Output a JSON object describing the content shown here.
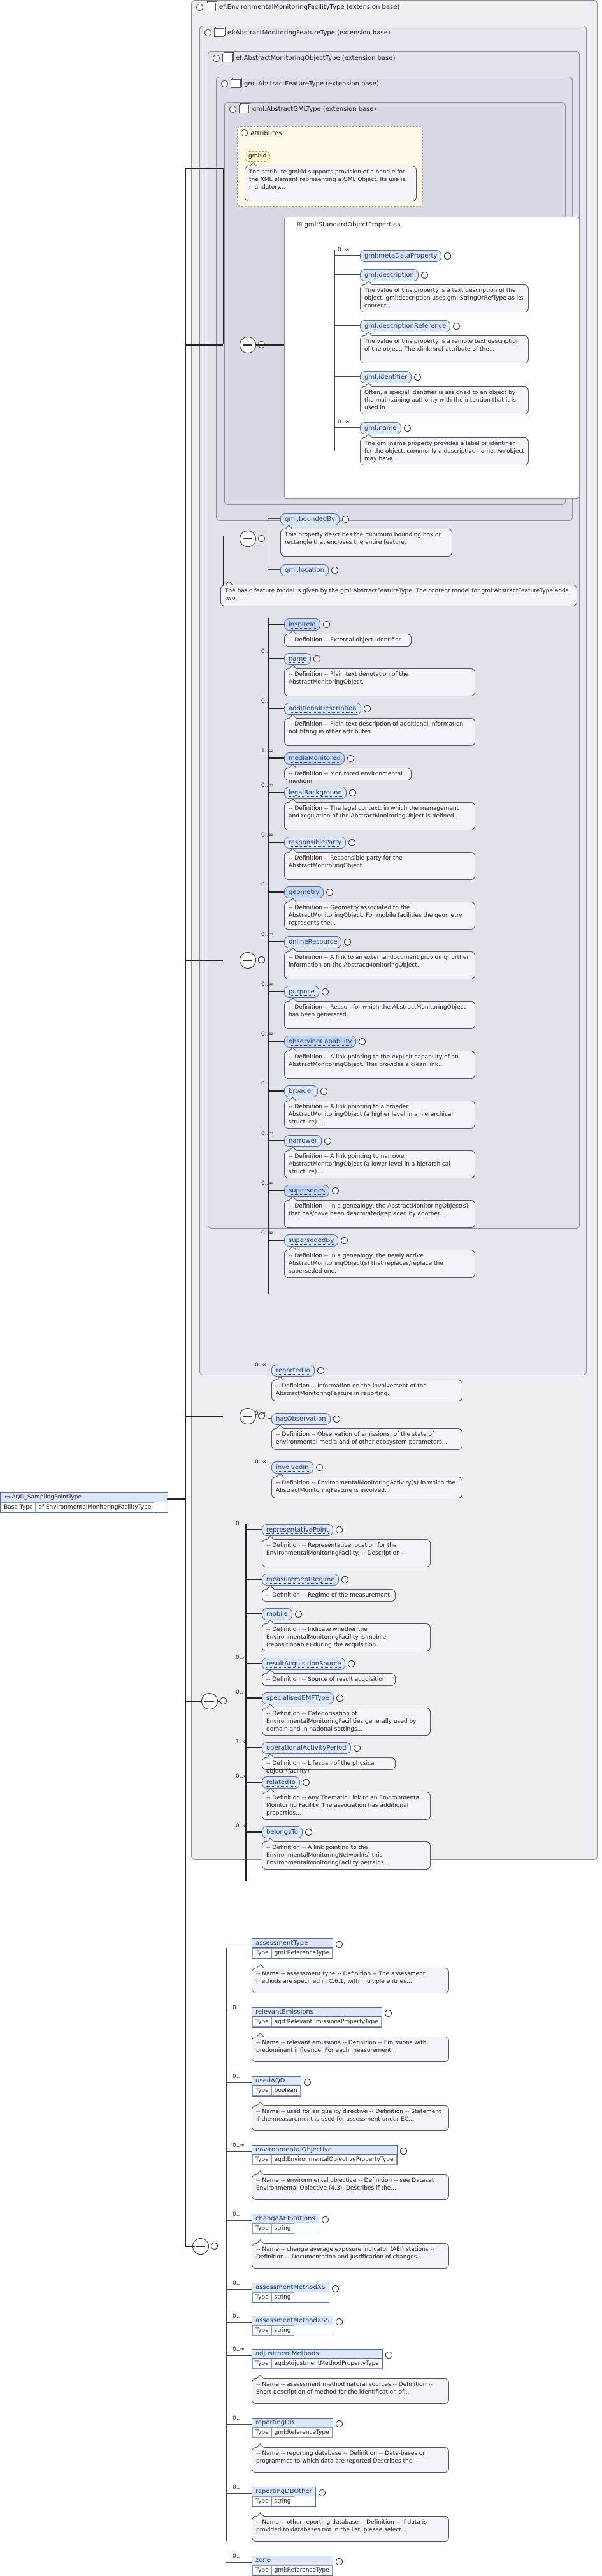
{
  "colors": {
    "element_fill": "#dfe7f5",
    "element_border": "#4a6fb5",
    "extension_bg": "#e7e7ef",
    "doc_bg": "#f4f3fa"
  },
  "main": {
    "name": "AQD_SamplingPointType",
    "base_label": "Base Type",
    "base_value": "ef:EnvironmentalMonitoringFacilityType"
  },
  "extensions": {
    "e0": "ef:EnvironmentalMonitoringFacilityType (extension base)",
    "e1": "ef:AbstractMonitoringFeatureType (extension base)",
    "e2": "ef:AbstractMonitoringObjectType (extension base)",
    "e3": "gml:AbstractFeatureType (extension base)",
    "e4": "gml:AbstractGMLType (extension base)"
  },
  "attributes": {
    "header": "Attributes",
    "gml_id": "gml:id",
    "doc": "The attribute gml:id supports provision of a handle for the XML element representing a GML Object. Its use is mandatory..."
  },
  "sop": {
    "label": "gml:StandardObjectProperties"
  },
  "gml_items": [
    {
      "name": "gml:metaDataProperty",
      "mult": "0..∞",
      "doc": ""
    },
    {
      "name": "gml:description",
      "mult": "",
      "doc": "The value of this property is a text description of the object. gml:description uses gml:StringOrRefType as its content..."
    },
    {
      "name": "gml:descriptionReference",
      "mult": "",
      "doc": "The value of this property is a remote text description of the object. The xlink:href attribute of the..."
    },
    {
      "name": "gml:identifier",
      "mult": "",
      "doc": "Often, a special identifier is assigned to an object by the maintaining authority with the intention that it is used in..."
    },
    {
      "name": "gml:name",
      "mult": "0..∞",
      "doc": "The gml:name property provides a label or identifier for the object, commonly a descriptive name. An object may have..."
    }
  ],
  "feature_items": [
    {
      "name": "gml:boundedBy",
      "doc": "This property describes the minimum bounding box or rectangle that encloses the entire feature."
    },
    {
      "name": "gml:location",
      "doc": ""
    }
  ],
  "feature_doc": "The basic feature model is given by the gml:AbstractFeatureType. The content model for gml:AbstractFeatureType adds two...",
  "mo_items": [
    {
      "name": "inspireId",
      "mult": "",
      "doc": "-- Definition -- External object identifier"
    },
    {
      "name": "name",
      "mult": "0..",
      "doc": "-- Definition -- Plain text denotation of the AbstractMonitoringObject."
    },
    {
      "name": "additionalDescription",
      "mult": "0..",
      "doc": "-- Definition -- Plain text description of additional information not fitting in other attributes."
    },
    {
      "name": "mediaMonitored",
      "mult": "1..∞",
      "doc": "-- Definition -- Monitored environmental medium"
    },
    {
      "name": "legalBackground",
      "mult": "0..∞",
      "doc": "-- Definition -- The legal context, in which the management and regulation of the AbstractMonitoringObject is defined."
    },
    {
      "name": "responsibleParty",
      "mult": "0..∞",
      "doc": "-- Definition -- Responsible party for the AbstractMonitoringObject."
    },
    {
      "name": "geometry",
      "mult": "0..",
      "doc": "-- Definition -- Geometry associated to the AbstractMonitoringObject. For mobile facilities the geometry represents the..."
    },
    {
      "name": "onlineResource",
      "mult": "0..∞",
      "doc": "-- Definition -- A link to an external document providing further information on the AbstractMonitoringObject."
    },
    {
      "name": "purpose",
      "mult": "0..∞",
      "doc": "-- Definition -- Reason for which the AbstractMonitoringObject has been generated."
    },
    {
      "name": "observingCapability",
      "mult": "0..∞",
      "doc": "-- Definition -- A link pointing to the explicit capability of an AbstractMonitoringObject. This provides a clean link..."
    },
    {
      "name": "broader",
      "mult": "0..",
      "doc": "-- Definition -- A link pointing to a broader AbstractMonitoringObject (a higher level in a hierarchical structure)..."
    },
    {
      "name": "narrower",
      "mult": "0..∞",
      "doc": "-- Definition -- A link pointing to narrower AbstractMonitoringObject (a lower level in a hierarchical structure)..."
    },
    {
      "name": "supersedes",
      "mult": "0..∞",
      "doc": "-- Definition -- In a genealogy, the AbstractMonitoringObject(s) that has/have been deactivated/replaced by another..."
    },
    {
      "name": "supersededBy",
      "mult": "0..∞",
      "doc": "-- Definition -- In a genealogy, the newly active AbstractMonitoringObject(s) that replaces/replace the superseded one."
    }
  ],
  "mf_items": [
    {
      "name": "reportedTo",
      "mult": "0..∞",
      "doc": "-- Definition -- Information on the involvement of the AbstractMonitoringFeature in reporting."
    },
    {
      "name": "hasObservation",
      "mult": "0..∞",
      "doc": "-- Definition -- Observation of emissions, of the state of environmental media and of other ecosystem parameters..."
    },
    {
      "name": "involvedIn",
      "mult": "0..∞",
      "doc": "-- Definition -- EnvironmentalMonitoringActivity(s) in which the AbstractMonitoringFeature is involved."
    }
  ],
  "mfac_items": [
    {
      "name": "representativePoint",
      "mult": "0..",
      "doc": "-- Definition -- Representative location for the EnvironmentalMonitoringFacility. -- Description --"
    },
    {
      "name": "measurementRegime",
      "mult": "",
      "doc": "-- Definition -- Regime of the measurement"
    },
    {
      "name": "mobile",
      "mult": "",
      "doc": "-- Definition -- Indicate whether the EnvironmentalMonitoringFacility is mobile (repositionable) during the acquisition..."
    },
    {
      "name": "resultAcquisitionSource",
      "mult": "0..∞",
      "doc": "-- Definition -- Source of result acquisition"
    },
    {
      "name": "specialisedEMFType",
      "mult": "0..",
      "doc": "-- Definition -- Categorisation of EnvironmentalMonitoringFacilities generally used by domain and in national settings..."
    },
    {
      "name": "operationalActivityPeriod",
      "mult": "1..∞",
      "doc": "-- Definition -- Lifespan of the physical object (facility)"
    },
    {
      "name": "relatedTo",
      "mult": "0..∞",
      "doc": "-- Definition -- Any Thematic Link to an Environmental Monitoring Facility. The association has additional properties..."
    },
    {
      "name": "belongsTo",
      "mult": "0..∞",
      "doc": "-- Definition -- A link pointing to the EnvironmentalMonitoringNetwork(s) this EnvironmentalMonitoringFacility pertains..."
    }
  ],
  "type_label": "Type",
  "aqd_items": [
    {
      "name": "assessmentType",
      "type": "gml:ReferenceType",
      "mult": "",
      "doc": "-- Name -- assessment type -- Definition -- The assessment methods are specified in C.6.1, with multiple entries..."
    },
    {
      "name": "relevantEmissions",
      "type": "aqd:RelevantEmissionsPropertyType",
      "mult": "0..",
      "doc": "-- Name -- relevant emissions -- Definition -- Emissions with predominant influence: For each measurement..."
    },
    {
      "name": "usedAQD",
      "type": "boolean",
      "mult": "0..",
      "doc": "-- Name -- used for air quality directive -- Definition -- Statement if the measurement is used for assessment under EC..."
    },
    {
      "name": "environmentalObjective",
      "type": "aqd:EnvironmentalObjectivePropertyType",
      "mult": "0..∞",
      "doc": "-- Name -- environmental objective -- Definition -- see Dataset Environmental Objective (4.3). Describes if the..."
    },
    {
      "name": "changeAEIStations",
      "type": "string",
      "mult": "0..",
      "doc": "-- Name -- change average exposure indicator (AEI) stations -- Definition -- Documentation and justification of changes..."
    },
    {
      "name": "assessmentMethodXS",
      "type": "string",
      "mult": "0..",
      "doc": ""
    },
    {
      "name": "assessmentMethodXSS",
      "type": "string",
      "mult": "0..",
      "doc": ""
    },
    {
      "name": "adjustmentMethods",
      "type": "aqd:AdjustmentMethodPropertyType",
      "mult": "0..∞",
      "doc": "-- Name -- assessment method natural sources -- Definition -- Short description of method for the identification of..."
    },
    {
      "name": "reportingDB",
      "type": "gml:ReferenceType",
      "mult": "0..",
      "doc": "-- Name -- reporting database -- Definition -- Data-bases or programmes to which data are reported Describes the..."
    },
    {
      "name": "reportingDBOther",
      "type": "string",
      "mult": "0..",
      "doc": "-- Name -- other reporting database -- Definition -- If data is provided to databases not in the list, please select..."
    },
    {
      "name": "zone",
      "type": "gml:ReferenceType",
      "mult": "0..",
      "doc": ""
    }
  ]
}
